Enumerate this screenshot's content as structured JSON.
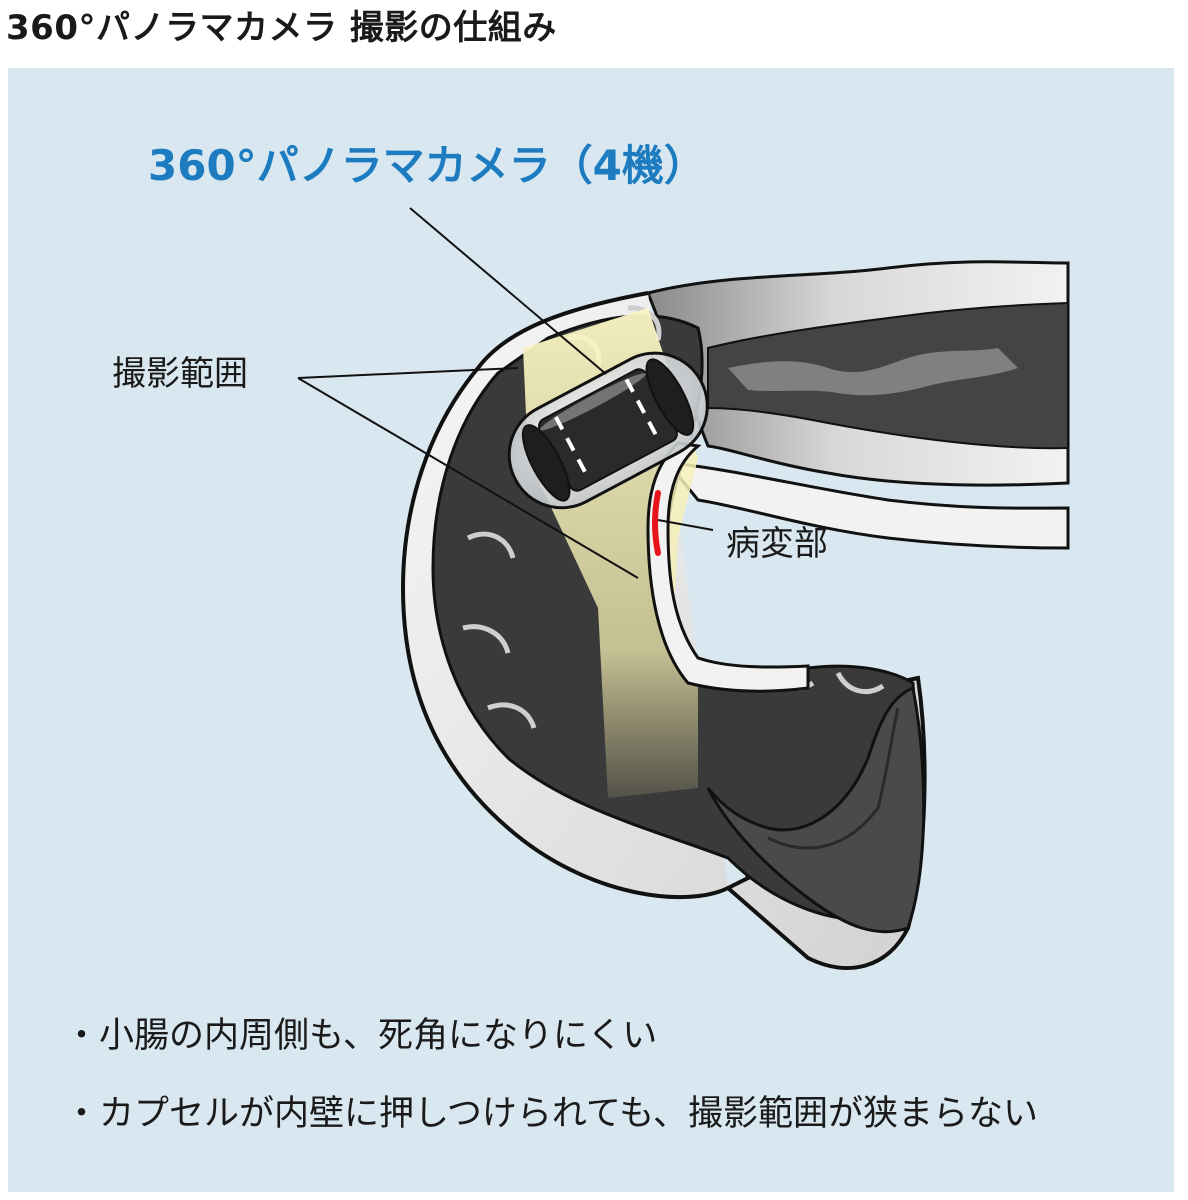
{
  "title": "360°パノラマカメラ 撮影の仕組み",
  "labels": {
    "camera": "360°パノラマカメラ（4機）",
    "range": "撮影範囲",
    "lesion": "病変部"
  },
  "bullets": [
    "・小腸の内周側も、死角になりにくい",
    "・カプセルが内壁に押しつけられても、撮影範囲が狭まらない"
  ],
  "colors": {
    "accent": "#1d7bbf",
    "background": "#d9e8f0",
    "lesion": "#e8141c",
    "light": "#f6f1b6"
  }
}
